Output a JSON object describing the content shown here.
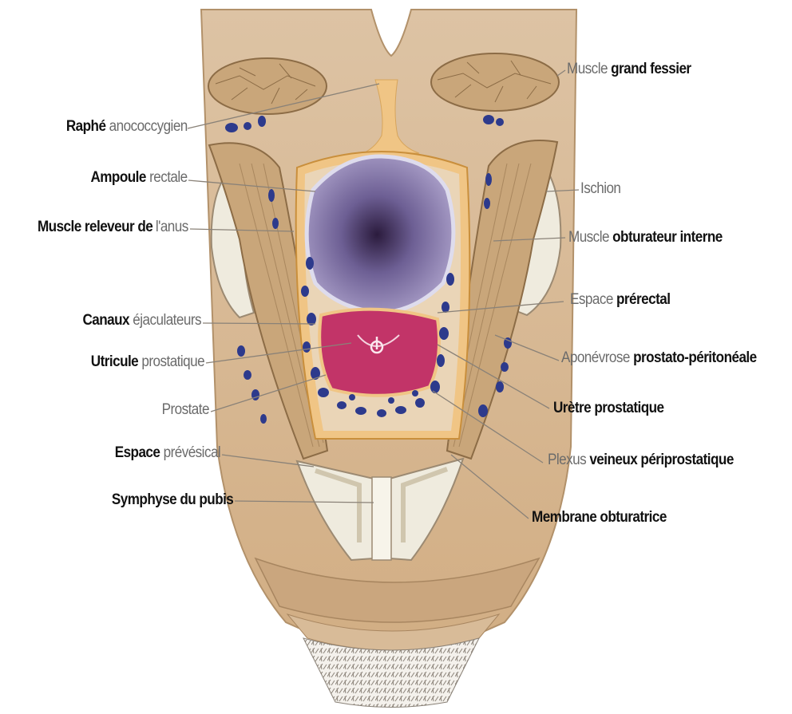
{
  "colors": {
    "tissue": "#d4b590",
    "tissue_light": "#e6d2b8",
    "muscle": "#c9a67a",
    "rectum": "#8c7fb0",
    "prostate": "#c23468",
    "veins": "#2d3a8c",
    "fascia": "#f0c585",
    "bone": "#eeeadc",
    "label_bold": "#111111",
    "label_grey": "#6b6b6b"
  },
  "labels": {
    "raphe": {
      "bold": "Raphé",
      "grey": "anococcygien"
    },
    "ampoule": {
      "bold": "Ampoule",
      "grey": "rectale"
    },
    "releveur": {
      "bold": "Muscle releveur de",
      "grey": "l'anus"
    },
    "canaux": {
      "bold": "Canaux",
      "grey": "éjaculateurs"
    },
    "utricule": {
      "bold": "Utricule",
      "grey": "prostatique"
    },
    "prostate": {
      "grey": "Prostate"
    },
    "espace_prevesical": {
      "bold": "Espace",
      "grey": "prévésical"
    },
    "symphyse": {
      "bold": "Symphyse du pubis"
    },
    "grand_fessier": {
      "grey": "Muscle",
      "bold": "grand fessier"
    },
    "ischion": {
      "grey": "Ischion"
    },
    "obturateur": {
      "grey": "Muscle",
      "bold": "obturateur interne"
    },
    "espace_prerectal": {
      "grey": "Espace",
      "bold": "prérectal"
    },
    "aponevrose": {
      "grey": "Aponévrose",
      "bold": "prostato-péritonéale"
    },
    "uretre": {
      "bold": "Urètre prostatique"
    },
    "plexus": {
      "grey": "Plexus",
      "bold": "veineux périprostatique"
    },
    "membrane": {
      "bold": "Membrane obturatrice"
    }
  }
}
